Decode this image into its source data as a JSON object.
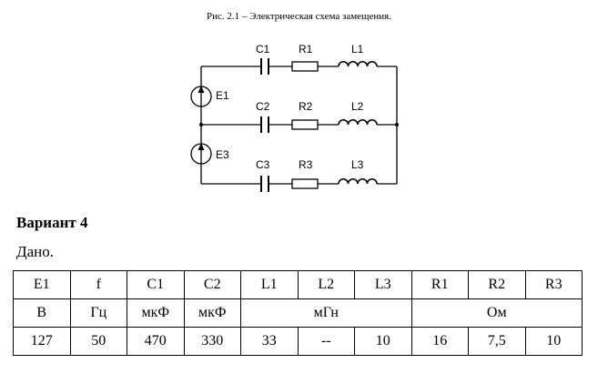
{
  "figure": {
    "caption": "Рис. 2.1 – Электрическая схема замещения.",
    "labels": {
      "C1": "C1",
      "R1": "R1",
      "L1": "L1",
      "C2": "C2",
      "R2": "R2",
      "L2": "L2",
      "C3": "C3",
      "R3": "R3",
      "L3": "L3",
      "E1": "E1",
      "E3": "E3"
    }
  },
  "variant_title": "Вариант 4",
  "given_label": "Дано.",
  "table": {
    "headers": [
      "E1",
      "f",
      "C1",
      "C2",
      "L1",
      "L2",
      "L3",
      "R1",
      "R2",
      "R3"
    ],
    "units": {
      "E1": "В",
      "f": "Гц",
      "C1": "мкФ",
      "C2": "мкФ",
      "L": "мГн",
      "R": "Ом"
    },
    "values": [
      "127",
      "50",
      "470",
      "330",
      "33",
      "--",
      "10",
      "16",
      "7,5",
      "10"
    ]
  }
}
